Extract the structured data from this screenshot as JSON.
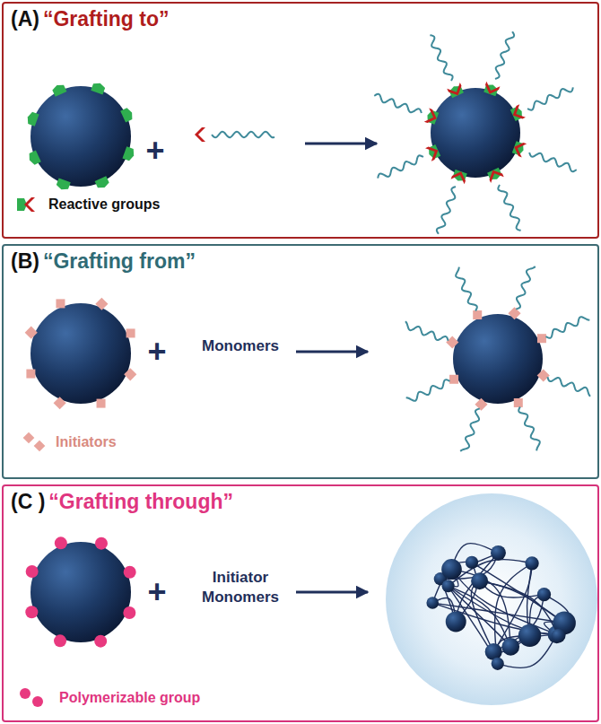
{
  "diagram": {
    "nodes": [
      {
        "text": [
          "(A)",
          "“Grafting to”"
        ]
      },
      {
        "text": [
          "(B)",
          "“Grafting from”"
        ]
      },
      {
        "text": [
          "(C )",
          "“Grafting through”"
        ]
      }
    ],
    "labels": [
      "+",
      "+",
      "Monomers",
      "+",
      "Initiator Monomers"
    ],
    "legend": [
      {
        "text": "Reactive groups"
      },
      {
        "text": "Initiators"
      },
      {
        "text": "Polymerizable group"
      }
    ]
  }
}
